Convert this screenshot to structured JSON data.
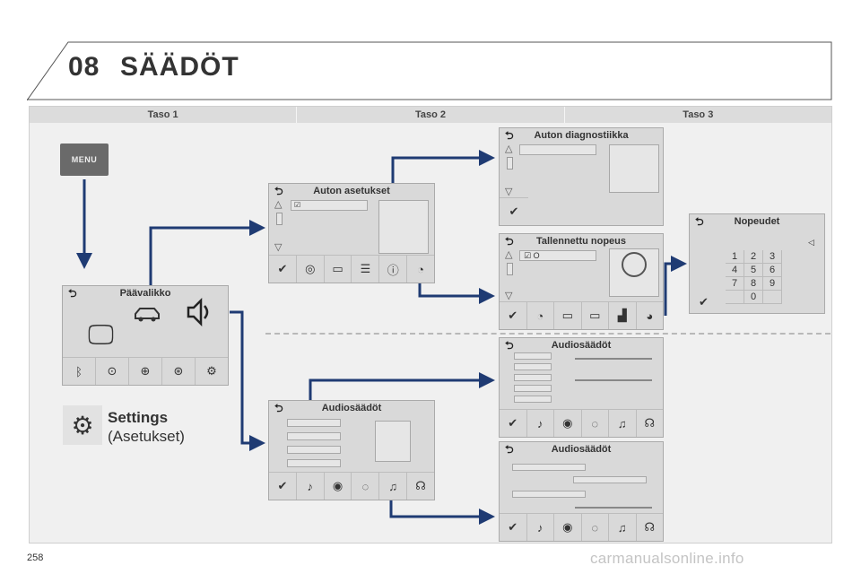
{
  "header": {
    "chapter": "08",
    "title": "SÄÄDÖT"
  },
  "levels": [
    "Taso 1",
    "Taso 2",
    "Taso 3"
  ],
  "menu_button": "MENU",
  "paavalikko": {
    "title": "Päävalikko",
    "back": "⮌"
  },
  "auton_asetukset": {
    "title": "Auton asetukset",
    "back": "⮌"
  },
  "audio_l2": {
    "title": "Audiosäädöt",
    "back": "⮌"
  },
  "diag": {
    "title": "Auton diagnostiikka",
    "back": "⮌"
  },
  "tallennettu": {
    "title": "Tallennettu nopeus",
    "back": "⮌",
    "field": "☑ O"
  },
  "nopeudet": {
    "title": "Nopeudet",
    "back": "⮌",
    "keys": [
      "1",
      "2",
      "3",
      "4",
      "5",
      "6",
      "7",
      "8",
      "9",
      "0"
    ]
  },
  "audio_l3a": {
    "title": "Audiosäädöt",
    "back": "⮌"
  },
  "audio_l3b": {
    "title": "Audiosäädöt",
    "back": "⮌"
  },
  "settings": {
    "label": "Settings",
    "sub": "(Asetukset)"
  },
  "page_number": "258",
  "watermark": "carmanualsonline.info",
  "colors": {
    "arrow": "#1f3b73",
    "frame": "#f0f0f0",
    "screen": "#d9d9d9"
  }
}
